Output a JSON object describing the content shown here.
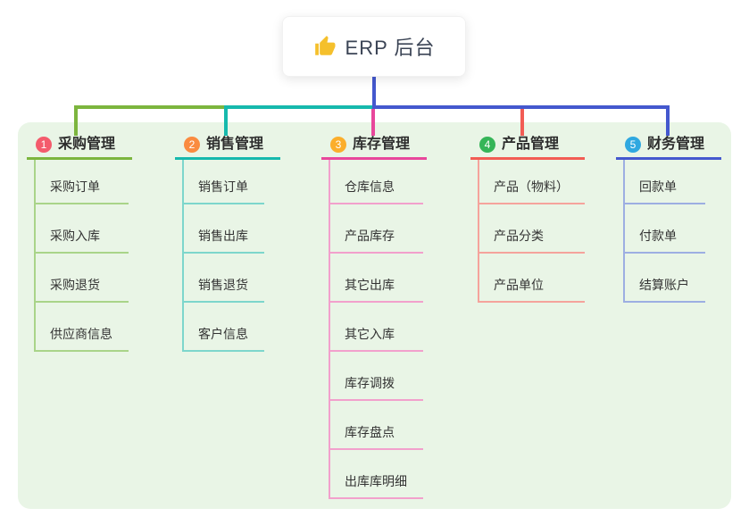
{
  "root": {
    "title": "ERP 后台",
    "icon": "thumbs-up-icon",
    "icon_color": "#F5C02C",
    "box_bg": "#ffffff"
  },
  "panel_bg": "#E9F5E6",
  "connector_color": "#4458CE",
  "branches": [
    {
      "num": "1",
      "title": "采购管理",
      "color": "#7CB53E",
      "light_color": "#A9D489",
      "badge_color": "#F45B6C",
      "children": [
        "采购订单",
        "采购入库",
        "采购退货",
        "供应商信息"
      ]
    },
    {
      "num": "2",
      "title": "销售管理",
      "color": "#16B9AD",
      "light_color": "#7DD6CC",
      "badge_color": "#FA8B40",
      "children": [
        "销售订单",
        "销售出库",
        "销售退货",
        "客户信息"
      ]
    },
    {
      "num": "3",
      "title": "库存管理",
      "color": "#E8479B",
      "light_color": "#F2A0CC",
      "badge_color": "#FBAE2B",
      "children": [
        "仓库信息",
        "产品库存",
        "其它出库",
        "其它入库",
        "库存调拨",
        "库存盘点",
        "出库库明细"
      ]
    },
    {
      "num": "4",
      "title": "产品管理",
      "color": "#F25C54",
      "light_color": "#F5A39C",
      "badge_color": "#35B558",
      "children": [
        "产品（物料）",
        "产品分类",
        "产品单位"
      ]
    },
    {
      "num": "5",
      "title": "财务管理",
      "color": "#4458CE",
      "light_color": "#9DAEE2",
      "badge_color": "#2FA8E0",
      "children": [
        "回款单",
        "付款单",
        "结算账户"
      ]
    }
  ]
}
